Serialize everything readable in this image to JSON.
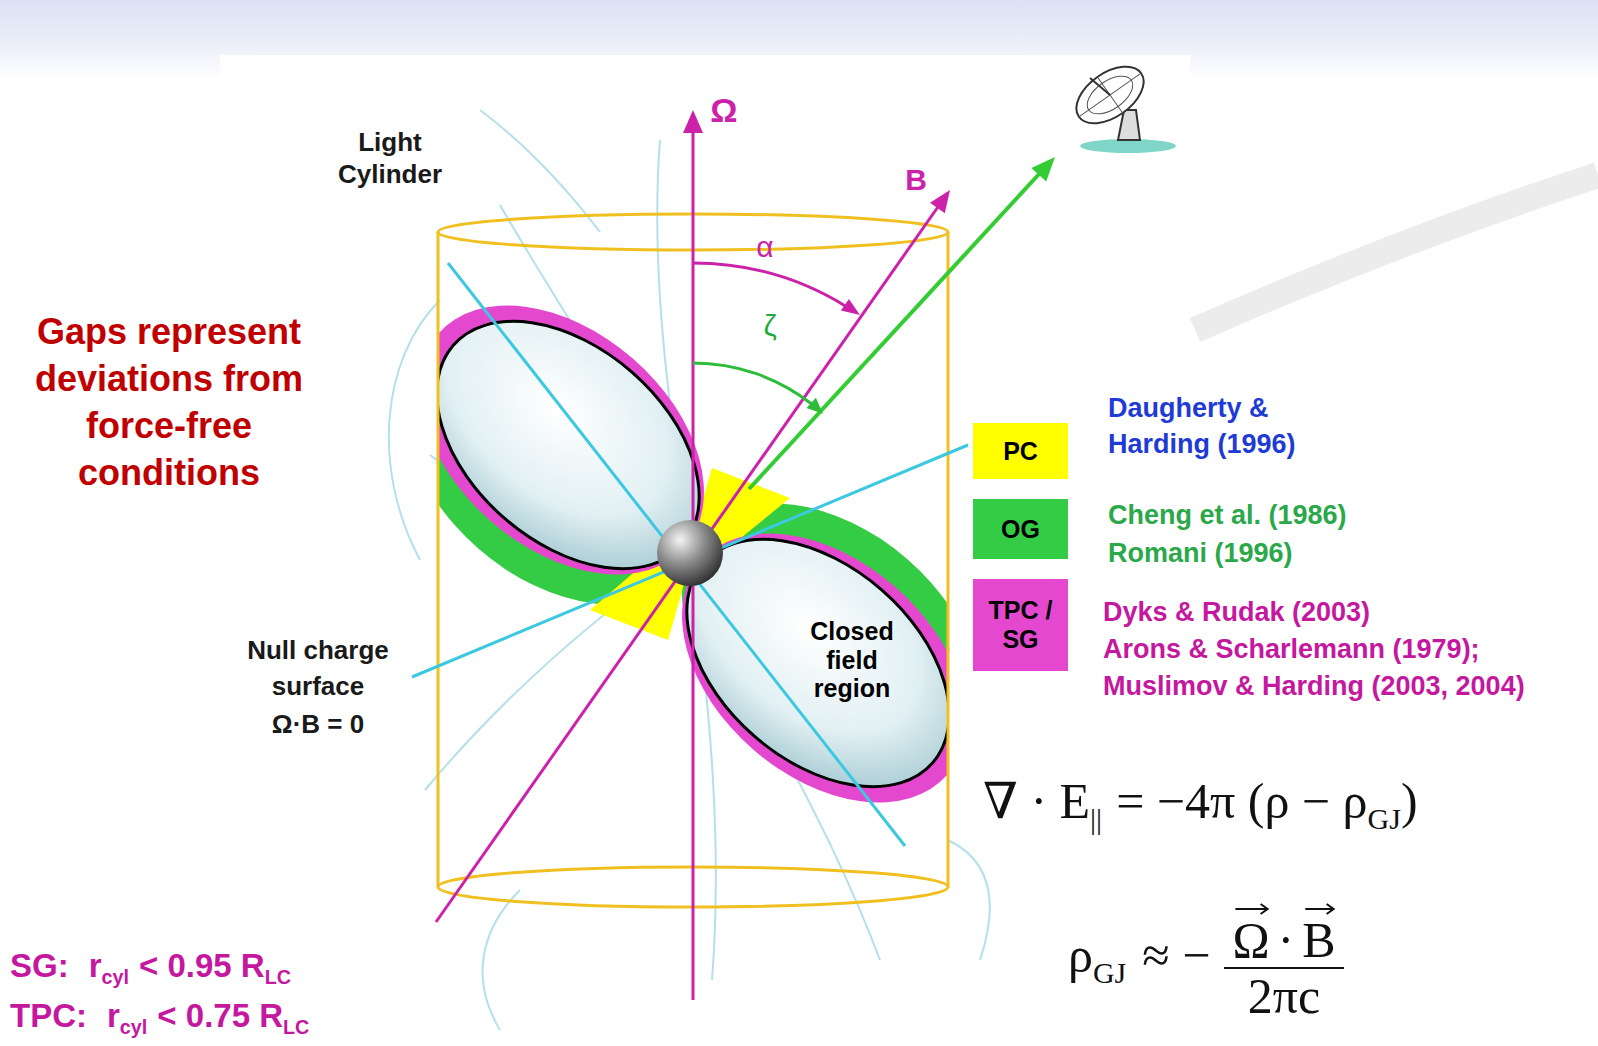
{
  "diagram": {
    "nodes": [
      {
        "text": [
          "PC"
        ]
      },
      {
        "text": [
          "OG"
        ]
      },
      {
        "text": [
          "TPC / SG"
        ]
      },
      {
        "text": [
          "Closed field region"
        ]
      }
    ],
    "labels": [
      "Light Cylinder",
      "Ω",
      "B",
      "α",
      "ζ",
      "Gaps represent deviations from force-free conditions",
      "Daugherty & Harding (1996)",
      "Cheng et al. (1986)",
      "Romani (1996)",
      "Dyks & Rudak (2003)",
      "Arons & Scharlemann (1979);",
      "Muslimov & Harding (2003, 2004)",
      "Null charge surface",
      "Ω·B = 0",
      "∇ · E",
      "||",
      "= −4π (ρ − ρ",
      "GJ",
      ")",
      "ρ",
      "GJ",
      "≈ −",
      "Ω",
      "·",
      "B",
      "2πc",
      "SG:",
      "r",
      "cyl",
      "< 0.95 R",
      "LC",
      "TPC:",
      "r",
      "cyl",
      "< 0.75 R",
      "LC"
    ]
  }
}
